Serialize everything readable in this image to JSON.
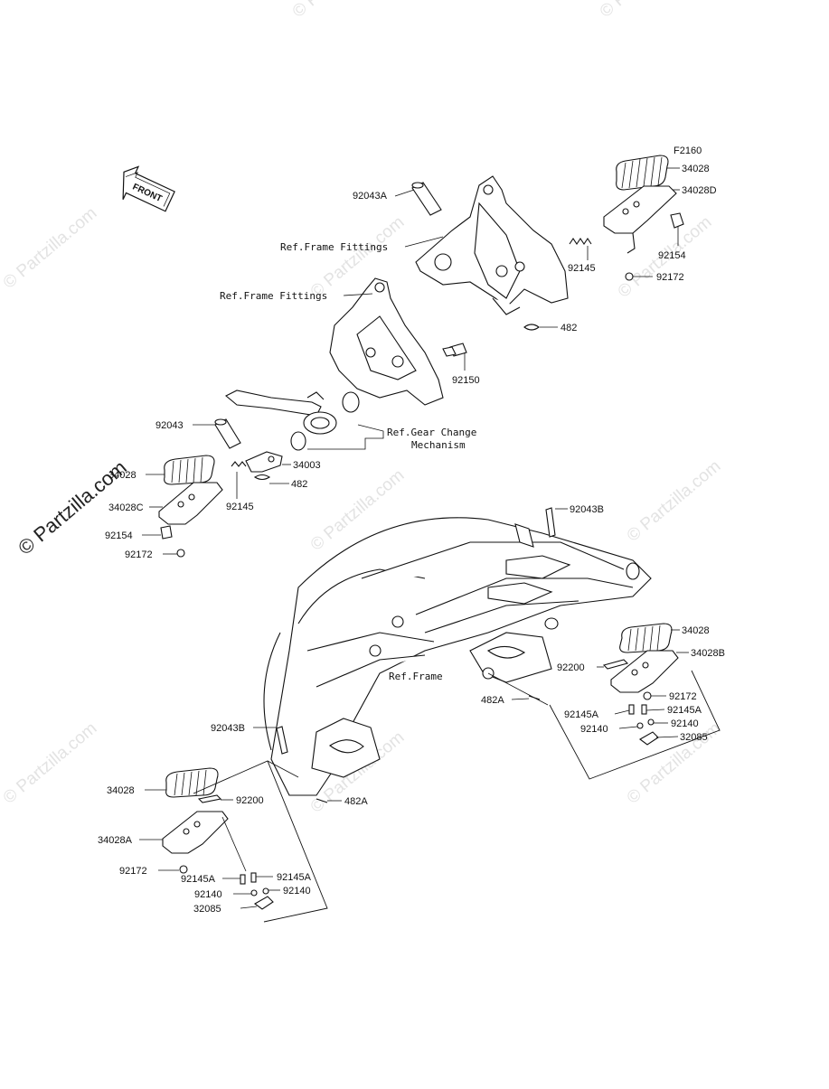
{
  "figure_code": "F2160",
  "front_label": "FRONT",
  "watermark": "© Partzilla.com",
  "references": {
    "frame_fittings_1": "Ref.Frame Fittings",
    "frame_fittings_2": "Ref.Frame Fittings",
    "gear_change_line1": "Ref.Gear Change",
    "gear_change_line2": "Mechanism",
    "frame": "Ref.Frame"
  },
  "labels": {
    "l_92043A": "92043A",
    "l_34028_tr": "34028",
    "l_34028D": "34028D",
    "l_92154_tr": "92154",
    "l_92145_tr": "92145",
    "l_92172_tr": "92172",
    "l_482_tr": "482",
    "l_92150": "92150",
    "l_92043": "92043",
    "l_34003": "34003",
    "l_482_ml": "482",
    "l_92145_ml": "92145",
    "l_34028_ml": "34028",
    "l_34028C": "34028C",
    "l_92154_ml": "92154",
    "l_92172_ml": "92172",
    "l_92043B_top": "92043B",
    "l_34028_rr": "34028",
    "l_34028B": "34028B",
    "l_92200_rr": "92200",
    "l_92172_rr": "92172",
    "l_482A_mid": "482A",
    "l_92145A_rr1": "92145A",
    "l_92145A_rr2": "92145A",
    "l_92140_rr1": "92140",
    "l_92140_rr2": "92140",
    "l_32085_rr": "32085",
    "l_92043B_bl": "92043B",
    "l_34028_bl": "34028",
    "l_92200_bl": "92200",
    "l_482A_bl": "482A",
    "l_34028A": "34028A",
    "l_92172_bl": "92172",
    "l_92145A_bl1": "92145A",
    "l_92145A_bl2": "92145A",
    "l_92140_bl1": "92140",
    "l_92140_bl2": "92140",
    "l_32085_bl": "32085"
  }
}
